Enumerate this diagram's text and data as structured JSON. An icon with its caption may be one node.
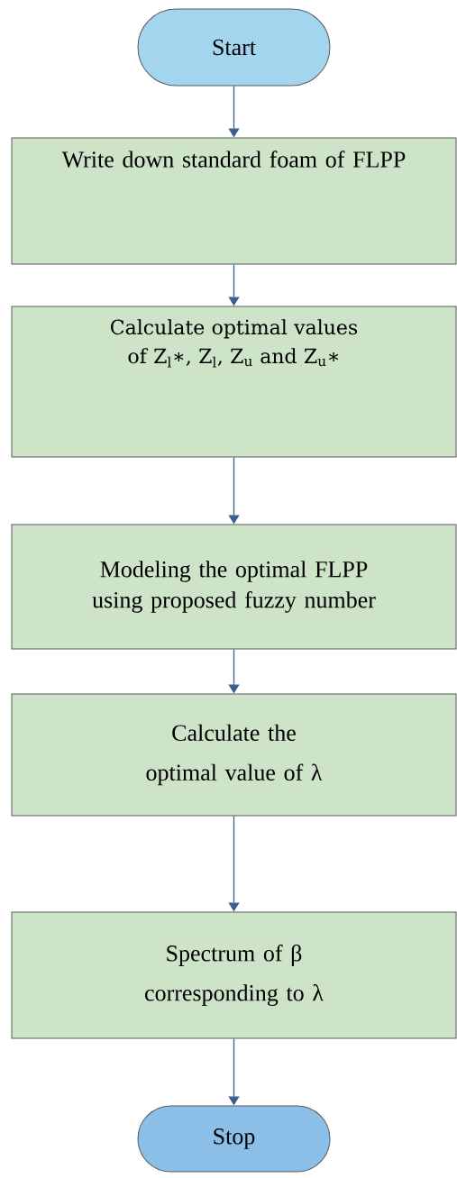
{
  "diagram": {
    "nodes": [
      {
        "text": [
          "Start"
        ]
      },
      {
        "text": [
          "Write down standard foam of FLPP"
        ]
      },
      {
        "text": [
          "Calculate optimal values of Z$_{l}$∗, Z$_{l}$, Z$_{u}$ and Z$_{u}$∗"
        ]
      },
      {
        "text": [
          "Modeling the optimal FLPP using proposed fuzzy number"
        ]
      },
      {
        "text": [
          "Calculate the optimal value of λ"
        ]
      },
      {
        "text": [
          "Spectrum of β corresponding to λ"
        ]
      },
      {
        "text": [
          "Stop"
        ]
      }
    ],
    "edges": [
      {
        "from": 0,
        "to": 1,
        "arrow": "to"
      },
      {
        "from": 1,
        "to": 2,
        "arrow": "to"
      },
      {
        "from": 2,
        "to": 3,
        "arrow": "to"
      },
      {
        "from": 3,
        "to": 4,
        "arrow": "to"
      },
      {
        "from": 4,
        "to": 5,
        "arrow": "to"
      },
      {
        "from": 5,
        "to": 6,
        "arrow": "to"
      }
    ]
  }
}
